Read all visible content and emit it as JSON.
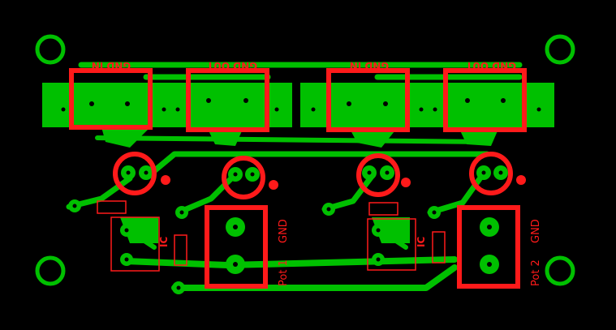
{
  "colors": {
    "background": "#000000",
    "copper": "#00c000",
    "drill": "#000000",
    "silkscreen": "#ff1a1a"
  },
  "labels": {
    "gnd_in_left": "GND IN",
    "gnd_out_left": "GND OUT",
    "gnd_in_right": "GND IN",
    "gnd_out_right": "GND OUT",
    "gnd_pot1": "GND",
    "pot1": "Pot 1",
    "gnd_pot2": "GND",
    "pot2": "Pot 2",
    "ic_left": "IC",
    "ic_right": "IC"
  }
}
